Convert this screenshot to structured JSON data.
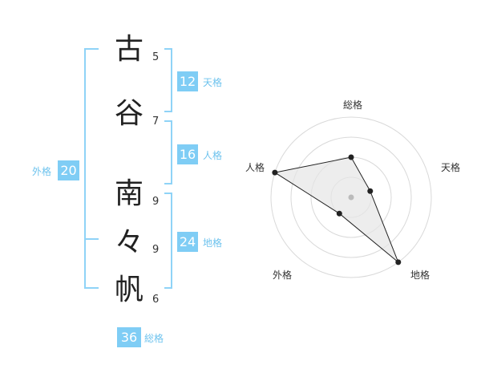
{
  "name_chars": [
    {
      "char": "古",
      "strokes": "5"
    },
    {
      "char": "谷",
      "strokes": "7"
    },
    {
      "char": "南",
      "strokes": "9"
    },
    {
      "char": "々",
      "strokes": "9"
    },
    {
      "char": "帆",
      "strokes": "6"
    }
  ],
  "fortunes": {
    "ten": {
      "value": "12",
      "label": "天格"
    },
    "jin": {
      "value": "16",
      "label": "人格"
    },
    "chi": {
      "value": "24",
      "label": "地格"
    },
    "gai": {
      "value": "20",
      "label": "外格"
    },
    "sou": {
      "value": "36",
      "label": "総格"
    }
  },
  "radar": {
    "axes": [
      "総格",
      "天格",
      "地格",
      "外格",
      "人格"
    ],
    "levels": [
      0.5,
      0.25,
      1.0,
      0.25,
      1.0
    ],
    "colors": {
      "ring": "#d9d9d9",
      "fill": "#e6e6e6",
      "line": "#222222",
      "center": "#bbbbbb"
    }
  },
  "colors": {
    "badge": "#7fcdf5",
    "bracket": "#8fd3f7",
    "label": "#6ec3ee"
  }
}
